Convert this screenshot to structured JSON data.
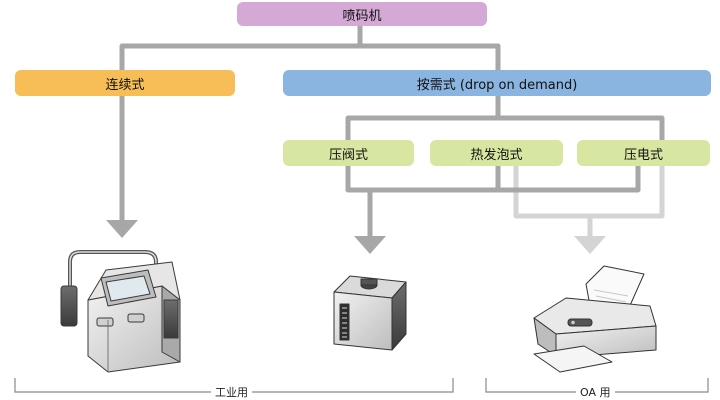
{
  "nodes": {
    "root": "喷码机",
    "continuous": "连续式",
    "drop_on_demand": "按需式 (drop on demand)",
    "pressure_valve": "压阀式",
    "thermal_bubble": "热发泡式",
    "piezo": "压电式"
  },
  "groups": {
    "industrial": "工业用",
    "oa": "OA 用"
  },
  "colors": {
    "root": "#d4a9d6",
    "continuous": "#f7be57",
    "drop_on_demand": "#8bb5e1",
    "sub": "#d7e7a1",
    "connector": "#a7a7a7",
    "connector_light": "#d4d4d4"
  }
}
